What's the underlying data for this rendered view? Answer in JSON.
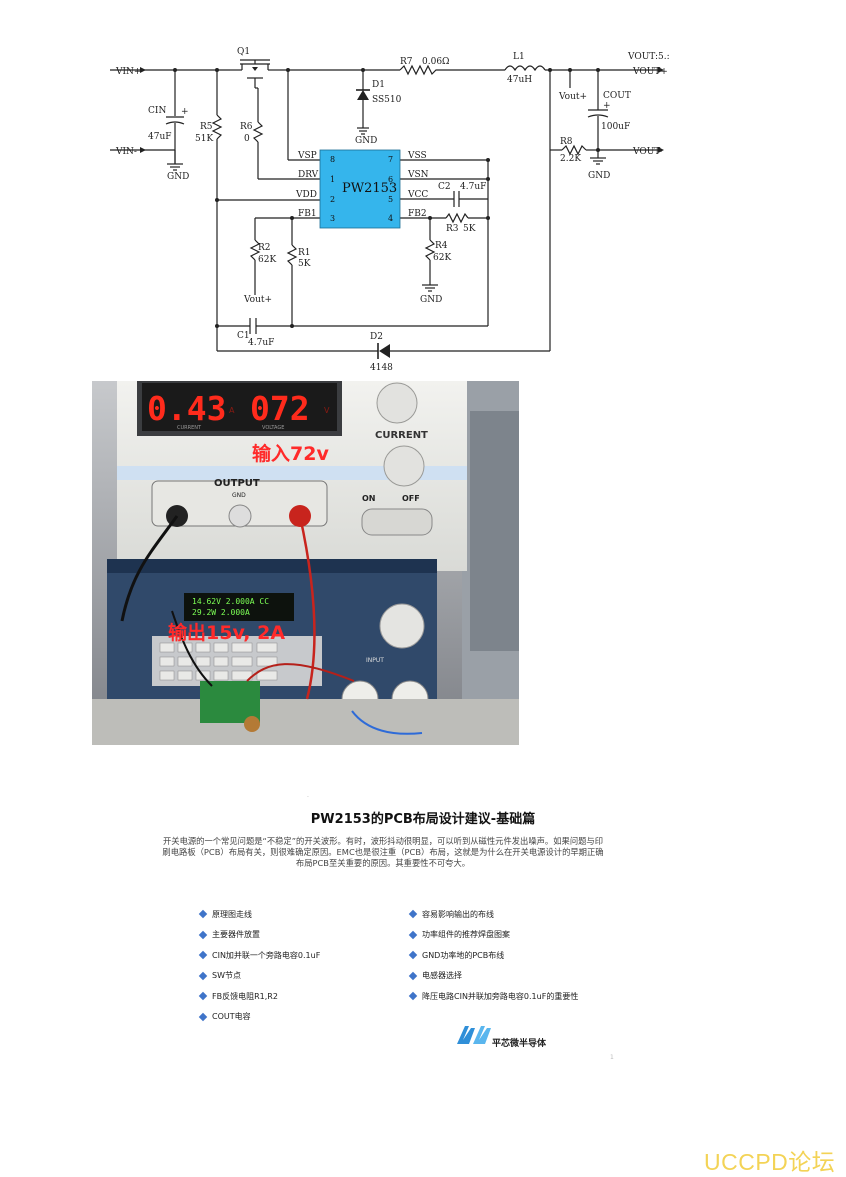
{
  "schematic": {
    "vin_plus": "VIN+",
    "vin_minus": "VIN-",
    "vout_label": "VOUT:5.:",
    "vout_plus": "VOUT+",
    "vout_minus": "VOUT-",
    "q1": "Q1",
    "cin": "CIN",
    "cin_val": "47uF",
    "r5": "R5",
    "r5_val": "51K",
    "r6": "R6",
    "r6_val": "0",
    "d1": "D1",
    "d1_val": "SS510",
    "r7": "R7",
    "r7_val": "0.06Ω",
    "l1": "L1",
    "l1_val": "47uH",
    "vout_sense": "Vout+",
    "cout": "COUT",
    "cout_val": "100uF",
    "r8": "R8",
    "r8_val": "2.2K",
    "gnd": "GND",
    "chip_name": "PW2153",
    "pin_vsp": "VSP",
    "pin_drv": "DRV",
    "pin_vdd": "VDD",
    "pin_fb1": "FB1",
    "pin_vss": "VSS",
    "pin_vsn": "VSN",
    "pin_vcc": "VCC",
    "pin_fb2": "FB2",
    "n8": "8",
    "n1": "1",
    "n2": "2",
    "n3": "3",
    "n7": "7",
    "n6": "6",
    "n5": "5",
    "n4": "4",
    "c2": "C2",
    "c2_val": "4.7uF",
    "r3": "R3",
    "r3_val": "5K",
    "r2": "R2",
    "r2_val": "62K",
    "r1": "R1",
    "r1_val": "5K",
    "r4": "R4",
    "r4_val": "62K",
    "c1": "C1",
    "c1_val": "4.7uF",
    "d2": "D2",
    "d2_val": "4148"
  },
  "photo": {
    "supply_current": "0.43",
    "supply_voltage": "072",
    "unit_a": "A",
    "unit_v": "V",
    "current_caption": "CURRENT",
    "voltage_caption": "VOLTAGE",
    "knob_label": "CURRENT",
    "output_label": "OUTPUT",
    "gnd_label": "GND",
    "on_label": "ON",
    "off_label": "OFF",
    "input_annotation": "输入72v",
    "output_annotation": "输出15v, 2A",
    "load_line1": "14.62V    2.000A CC",
    "load_line2": "29.2W     2.000A",
    "input_label": "INPUT"
  },
  "section": {
    "title": "PW2153的PCB布局设计建议-基础篇",
    "paragraph": "开关电源的一个常见问题是“不稳定”的开关波形。有时，波形抖动很明显，可以听到从磁性元件发出噪声。如果问题与印刷电路板（PCB）布局有关，则很难确定原因。EMC也是很注重（PCB）布局，这就是为什么在开关电源设计的早期正确布局PCB至关重要的原因。其重要性不可夸大。",
    "left_bullets": [
      "原理图走线",
      "主要器件放置",
      "CIN加并联一个旁路电容0.1uF",
      "SW节点",
      "FB反馈电阻R1,R2",
      "COUT电容"
    ],
    "right_bullets": [
      "容易影响输出的布线",
      "功率组件的推荐焊盘图案",
      "GND功率地的PCB布线",
      "电感器选择",
      "降压电路CIN并联加旁路电容0.1uF的重要性"
    ],
    "company": "平芯微半导体",
    "page_number": "1",
    "header_dot": "."
  },
  "watermark": "UCCPD论坛",
  "colors": {
    "chip_fill": "#35b5ec",
    "bullet": "#3f74c9",
    "watermark": "#f3d356",
    "led_red": "#ff2b1c",
    "annotation_red": "#ff2a2a",
    "lcd_green": "#7cff55"
  }
}
